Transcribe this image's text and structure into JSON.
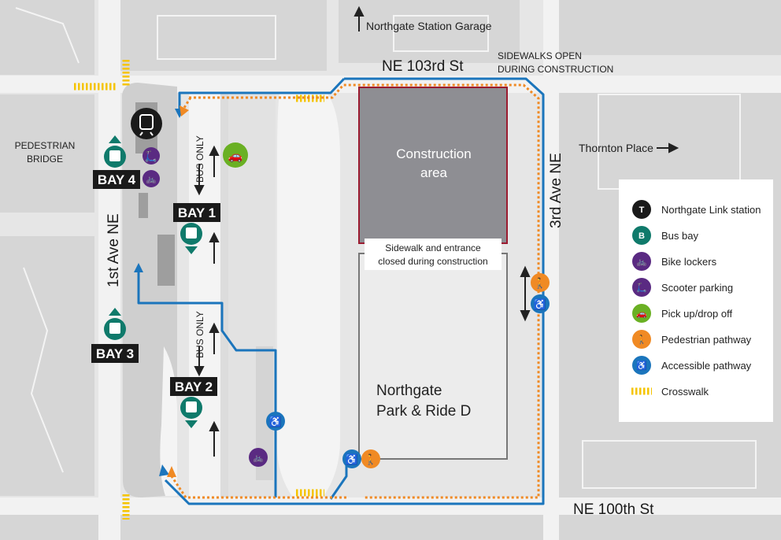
{
  "labels": {
    "garage": "Northgate Station Garage",
    "ne103": "NE 103rd St",
    "sidewalks_open_1": "SIDEWALKS OPEN",
    "sidewalks_open_2": "DURING CONSTRUCTION",
    "thornton": "Thornton Place",
    "third_ave": "3rd Ave NE",
    "first_ave": "1st Ave NE",
    "ne100": "NE 100th St",
    "ped_bridge_1": "PEDESTRIAN",
    "ped_bridge_2": "BRIDGE",
    "bus_only": "BUS ONLY",
    "construction_1": "Construction",
    "construction_2": "area",
    "closed_1": "Sidewalk and entrance",
    "closed_2": "closed during construction",
    "park_ride_1": "Northgate",
    "park_ride_2": "Park & Ride D"
  },
  "bays": {
    "bay1": "BAY 1",
    "bay2": "BAY 2",
    "bay3": "BAY 3",
    "bay4": "BAY 4"
  },
  "legend": {
    "items": [
      {
        "label": "Northgate Link station",
        "icon": "train-icon",
        "color": "#1a1a1a"
      },
      {
        "label": "Bus bay",
        "icon": "bus-icon",
        "color": "#0f7a6b"
      },
      {
        "label": "Bike lockers",
        "icon": "bike-icon",
        "color": "#5a2a82"
      },
      {
        "label": "Scooter parking",
        "icon": "scooter-icon",
        "color": "#5a2a82"
      },
      {
        "label": "Pick up/drop off",
        "icon": "car-icon",
        "color": "#6ab023"
      },
      {
        "label": "Pedestrian pathway",
        "icon": "pedestrian-icon",
        "color": "#f08a24"
      },
      {
        "label": "Accessible pathway",
        "icon": "wheelchair-icon",
        "color": "#1b75bc"
      },
      {
        "label": "Crosswalk",
        "icon": "crosswalk-icon",
        "color": "#f5c400"
      }
    ]
  },
  "colors": {
    "accessible": "#1b75bc",
    "pedestrian": "#f08a24",
    "bus": "#0f7a6b",
    "bike": "#5a2a82",
    "pickup": "#6ab023",
    "crosswalk": "#f5c400",
    "construction_fill": "#8e8e93",
    "construction_border": "#9b1b30"
  }
}
